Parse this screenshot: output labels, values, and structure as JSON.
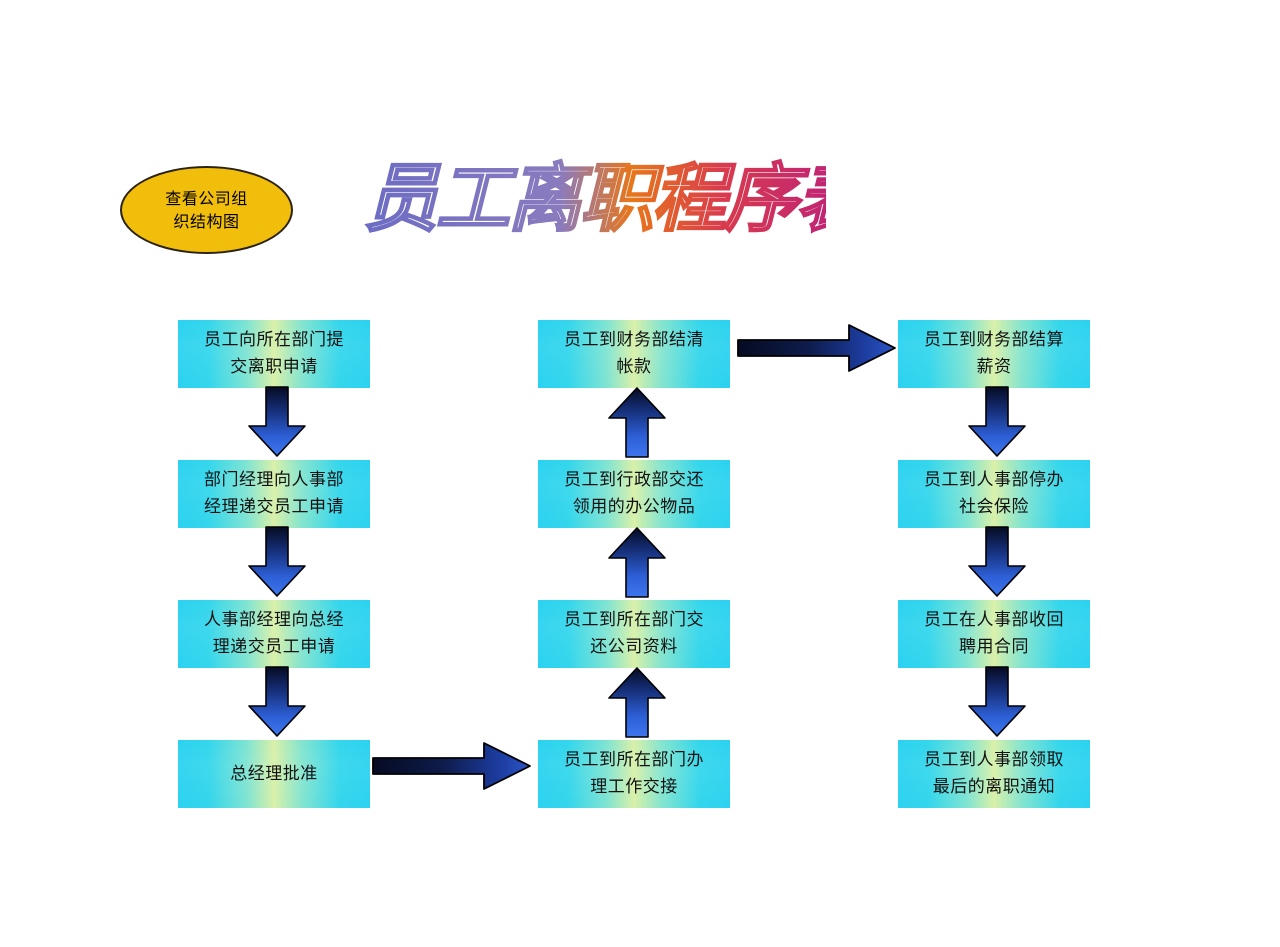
{
  "document": {
    "title": "员工离职程序表",
    "title_name": "employee-resignation-procedure-chart",
    "background_color": "#FFFFFF"
  },
  "badge": {
    "name": "view-org-chart-badge",
    "line1": "查看公司组",
    "line2": "织结构图",
    "fill_color": "#F2BE0C",
    "border_color": "#2B2212",
    "text_color": "#000000"
  },
  "title_wordart": {
    "text": "员工离职程序表",
    "chars": [
      "员",
      "工",
      "离",
      "职",
      "程",
      "序",
      "表"
    ],
    "outline_color": "#4A4AA8",
    "gradient_start": "#5B5BC0",
    "gradient_mid": "#E8761A",
    "gradient_end": "#CC1464",
    "style": "italic-outline-wordart"
  },
  "style": {
    "box_fill_left": "#2BD2F0",
    "box_fill_center": "#D9F0A8",
    "box_text_color": "#111111",
    "arrow_dark": "#0B1430",
    "arrow_light": "#2F5FD0",
    "arrow_outline": "#000000"
  },
  "columns": [
    {
      "name": "column-1-application",
      "boxes": [
        {
          "id": "box-1-1",
          "lines": [
            "员工向所在部门提",
            "交离职申请"
          ]
        },
        {
          "id": "box-1-2",
          "lines": [
            "部门经理向人事部",
            "经理递交员工申请"
          ]
        },
        {
          "id": "box-1-3",
          "lines": [
            "人事部经理向总经",
            "理递交员工申请"
          ]
        },
        {
          "id": "box-1-4",
          "lines": [
            "总经理批准"
          ]
        }
      ]
    },
    {
      "name": "column-2-handover",
      "boxes": [
        {
          "id": "box-2-1",
          "lines": [
            "员工到财务部结清",
            "帐款"
          ]
        },
        {
          "id": "box-2-2",
          "lines": [
            "员工到行政部交还",
            "领用的办公物品"
          ]
        },
        {
          "id": "box-2-3",
          "lines": [
            "员工到所在部门交",
            "还公司资料"
          ]
        },
        {
          "id": "box-2-4",
          "lines": [
            "员工到所在部门办",
            "理工作交接"
          ]
        }
      ]
    },
    {
      "name": "column-3-settlement",
      "boxes": [
        {
          "id": "box-3-1",
          "lines": [
            "员工到财务部结算",
            "薪资"
          ]
        },
        {
          "id": "box-3-2",
          "lines": [
            "员工到人事部停办",
            "社会保险"
          ]
        },
        {
          "id": "box-3-3",
          "lines": [
            "员工在人事部收回",
            "聘用合同"
          ]
        },
        {
          "id": "box-3-4",
          "lines": [
            "员工到人事部领取",
            "最后的离职通知"
          ]
        }
      ]
    }
  ],
  "connectors": [
    {
      "name": "arrow-down-col1-1to2",
      "direction": "down"
    },
    {
      "name": "arrow-down-col1-2to3",
      "direction": "down"
    },
    {
      "name": "arrow-down-col1-3to4",
      "direction": "down"
    },
    {
      "name": "arrow-right-col1-4-to-col2-4",
      "direction": "right"
    },
    {
      "name": "arrow-up-col2-4to3",
      "direction": "up"
    },
    {
      "name": "arrow-up-col2-3to2",
      "direction": "up"
    },
    {
      "name": "arrow-up-col2-2to1",
      "direction": "up"
    },
    {
      "name": "arrow-right-col2-1-to-col3-1",
      "direction": "right"
    },
    {
      "name": "arrow-down-col3-1to2",
      "direction": "down"
    },
    {
      "name": "arrow-down-col3-2to3",
      "direction": "down"
    },
    {
      "name": "arrow-down-col3-3to4",
      "direction": "down"
    }
  ]
}
